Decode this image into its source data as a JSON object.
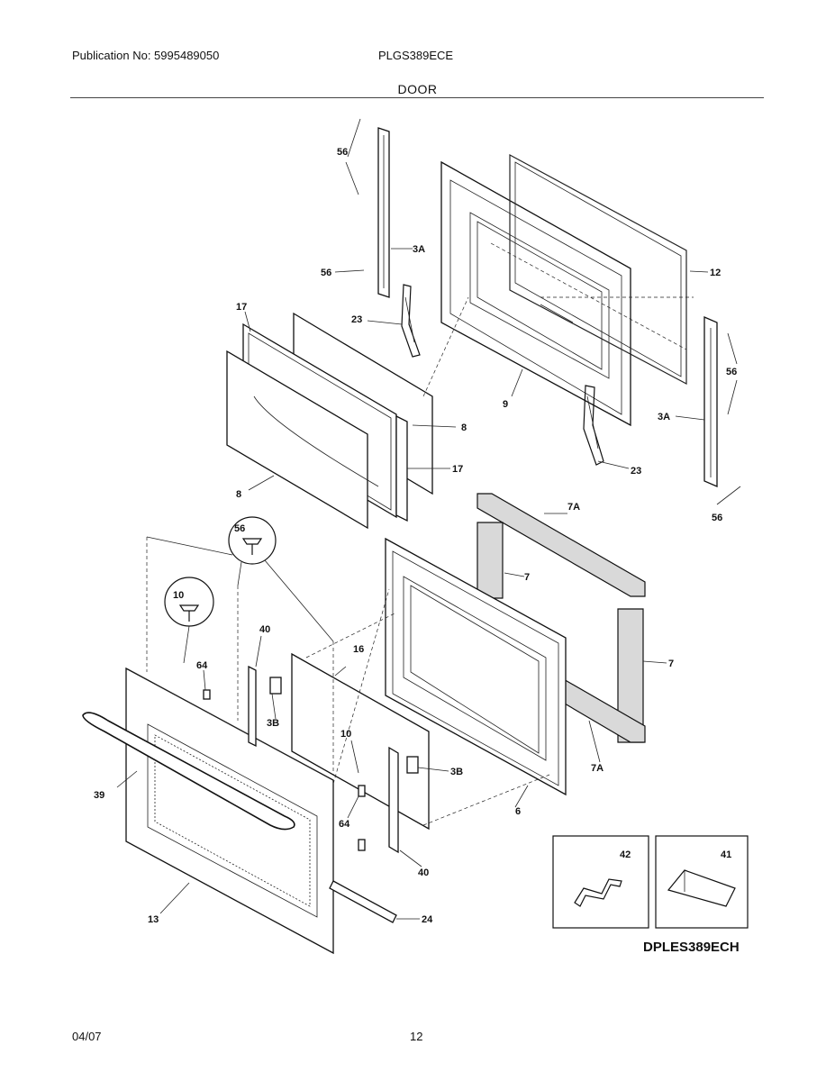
{
  "header": {
    "publication": "Publication No: 5995489050",
    "model": "PLGS389ECE",
    "section": "DOOR"
  },
  "footer": {
    "date": "04/07",
    "page": "12"
  },
  "diagram_code": "DPLES389ECH",
  "callouts": {
    "c56a": "56",
    "c56b": "56",
    "c56c": "56",
    "c56d": "56",
    "c56e": "56",
    "c3a_left": "3A",
    "c3a_right": "3A",
    "c12": "12",
    "c23a": "23",
    "c23b": "23",
    "c9": "9",
    "c17a": "17",
    "c17b": "17",
    "c8a": "8",
    "c8b": "8",
    "c7a_top": "7A",
    "c7a_bottom": "7A",
    "c7a": "7",
    "c7b": "7",
    "c10a": "10",
    "c10b": "10",
    "c40a": "40",
    "c40b": "40",
    "c64a": "64",
    "c64b": "64",
    "c16": "16",
    "c3b_left": "3B",
    "c3b_right": "3B",
    "c39": "39",
    "c13": "13",
    "c24": "24",
    "c6": "6",
    "c42": "42",
    "c41": "41"
  }
}
